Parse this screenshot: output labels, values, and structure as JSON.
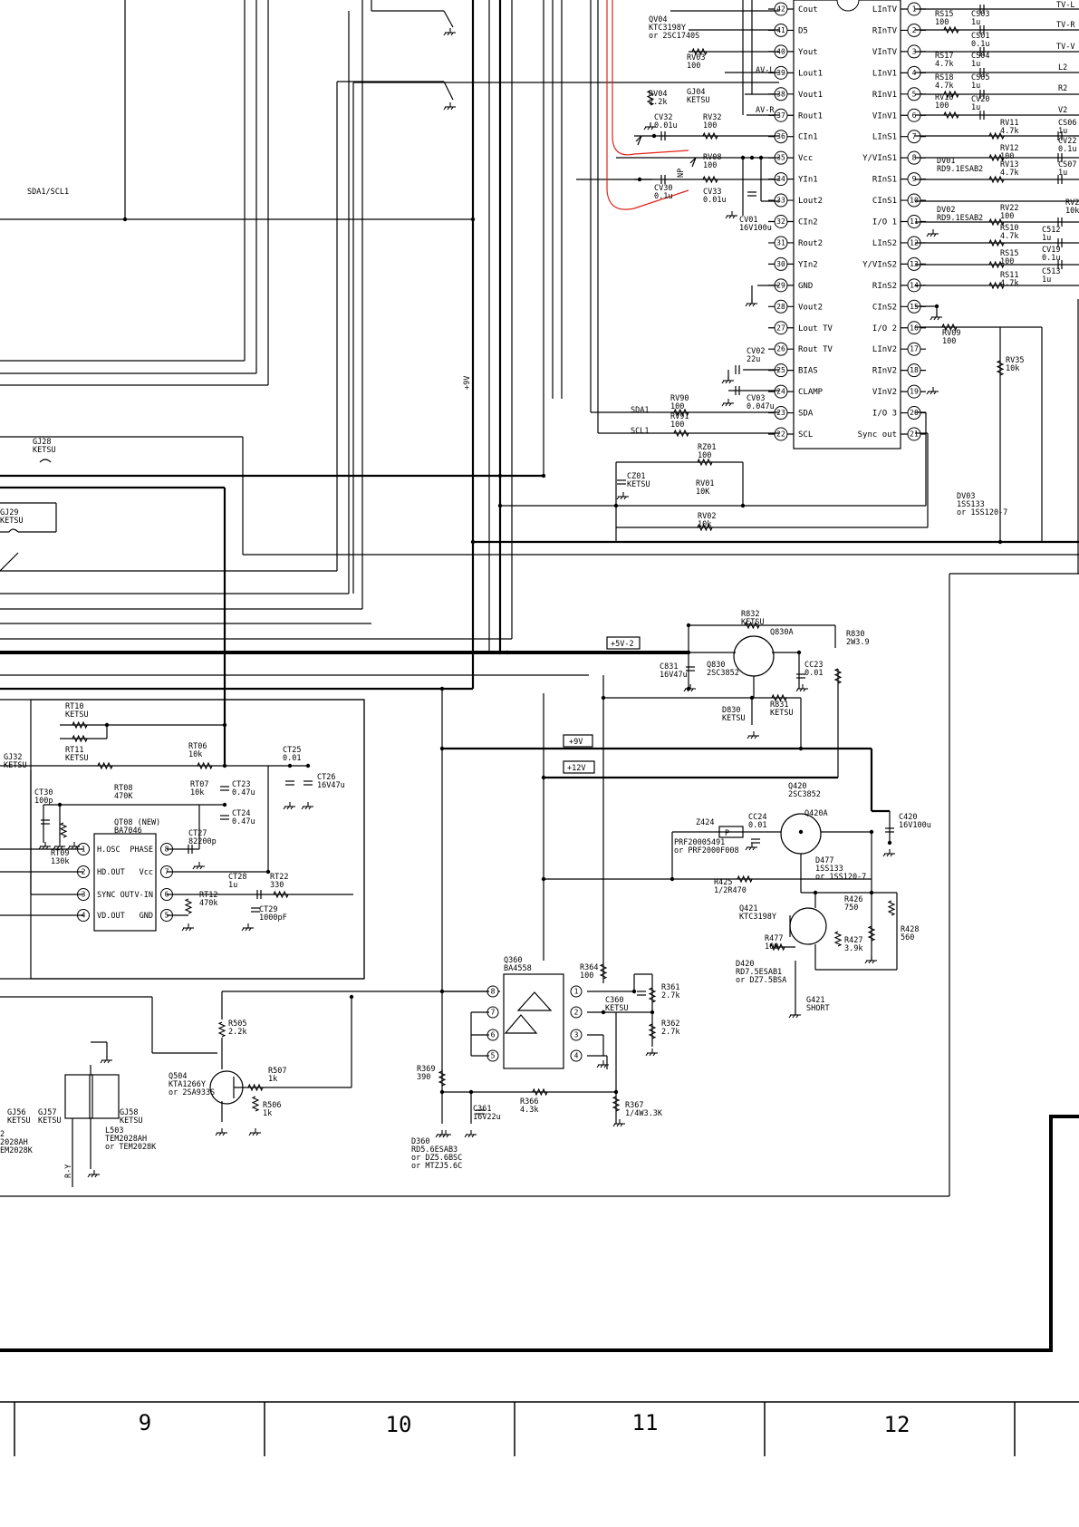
{
  "column_numbers": [
    "9",
    "10",
    "11",
    "12"
  ],
  "ic_main": {
    "left_pins": [
      {
        "n": "42",
        "label": "Cout"
      },
      {
        "n": "41",
        "label": "D5"
      },
      {
        "n": "40",
        "label": "Yout"
      },
      {
        "n": "39",
        "label": "Lout1"
      },
      {
        "n": "38",
        "label": "Vout1"
      },
      {
        "n": "37",
        "label": "Rout1"
      },
      {
        "n": "36",
        "label": "CIn1"
      },
      {
        "n": "35",
        "label": "Vcc"
      },
      {
        "n": "34",
        "label": "YIn1"
      },
      {
        "n": "33",
        "label": "Lout2"
      },
      {
        "n": "32",
        "label": "CIn2"
      },
      {
        "n": "31",
        "label": "Rout2"
      },
      {
        "n": "30",
        "label": "YIn2"
      },
      {
        "n": "29",
        "label": "GND"
      },
      {
        "n": "28",
        "label": "Vout2"
      },
      {
        "n": "27",
        "label": "Lout TV"
      },
      {
        "n": "26",
        "label": "Rout TV"
      },
      {
        "n": "25",
        "label": "BIAS"
      },
      {
        "n": "24",
        "label": "CLAMP"
      },
      {
        "n": "23",
        "label": "SDA"
      },
      {
        "n": "22",
        "label": "SCL"
      }
    ],
    "right_pins": [
      {
        "n": "1",
        "label": "LInTV"
      },
      {
        "n": "2",
        "label": "RInTV"
      },
      {
        "n": "3",
        "label": "VInTV"
      },
      {
        "n": "4",
        "label": "LInV1"
      },
      {
        "n": "5",
        "label": "RInV1"
      },
      {
        "n": "6",
        "label": "VInV1"
      },
      {
        "n": "7",
        "label": "LInS1"
      },
      {
        "n": "8",
        "label": "Y/VInS1"
      },
      {
        "n": "9",
        "label": "RInS1"
      },
      {
        "n": "10",
        "label": "CInS1"
      },
      {
        "n": "11",
        "label": "I/O 1"
      },
      {
        "n": "12",
        "label": "LInS2"
      },
      {
        "n": "13",
        "label": "Y/VInS2"
      },
      {
        "n": "14",
        "label": "RInS2"
      },
      {
        "n": "15",
        "label": "CInS2"
      },
      {
        "n": "16",
        "label": "I/O 2"
      },
      {
        "n": "17",
        "label": "LInV2"
      },
      {
        "n": "18",
        "label": "RInV2"
      },
      {
        "n": "19",
        "label": "VInV2"
      },
      {
        "n": "20",
        "label": "I/O 3"
      },
      {
        "n": "21",
        "label": "Sync out"
      }
    ]
  },
  "ic_bt": {
    "name": "QT08 (NEW)",
    "part": "BA7046",
    "left_pins": [
      {
        "n": "1",
        "label": "H.OSC"
      },
      {
        "n": "2",
        "label": "HD.OUT"
      },
      {
        "n": "3",
        "label": "SYNC OUT"
      },
      {
        "n": "4",
        "label": "VD.OUT"
      }
    ],
    "right_pins": [
      {
        "n": "8",
        "label": "PHASE"
      },
      {
        "n": "7",
        "label": "Vcc"
      },
      {
        "n": "6",
        "label": "V-IN"
      },
      {
        "n": "5",
        "label": "GND"
      }
    ]
  },
  "ic_q360": {
    "name": "Q360",
    "part": "BA4558",
    "pins": [
      "8",
      "7",
      "6",
      "5",
      "1",
      "2",
      "3",
      "4"
    ]
  },
  "net_labels": {
    "sda_scl": "SDA1/SCL1",
    "plus9v_vert": "+9V",
    "sda": "SDA1",
    "scl": "SCL1",
    "avl": "AV-L",
    "avr": "AV-R",
    "np": "NP",
    "ry": "R-Y"
  },
  "power_tags": {
    "p5v2": "+5V-2",
    "p9v": "+9V",
    "p12v": "+12V"
  },
  "edge_labels": [
    "TV-L",
    "TV-R",
    "TV-V",
    "L2",
    "R2",
    "V2"
  ],
  "top_components": [
    {
      "k": "qv04",
      "l1": "QV04",
      "l2": "KTC3198Y",
      "l3": "or 2SC1740S"
    },
    {
      "k": "rv03",
      "l1": "RV03",
      "l2": "100"
    },
    {
      "k": "rv04",
      "l1": "RV04",
      "l2": "2.2k"
    },
    {
      "k": "gj04",
      "l1": "GJ04",
      "l2": "KETSU"
    },
    {
      "k": "cv32",
      "l1": "CV32",
      "l2": "0.01u"
    },
    {
      "k": "rv32",
      "l1": "RV32",
      "l2": "100"
    },
    {
      "k": "rv08",
      "l1": "RV08",
      "l2": "100"
    },
    {
      "k": "cv30",
      "l1": "CV30",
      "l2": "0.1u"
    },
    {
      "k": "cv33",
      "l1": "CV33",
      "l2": "0.01u"
    },
    {
      "k": "cv01",
      "l1": "CV01",
      "l2": "16V100u"
    },
    {
      "k": "cv02",
      "l1": "CV02",
      "l2": "22u"
    },
    {
      "k": "cv03",
      "l1": "CV03",
      "l2": "0.047u"
    },
    {
      "k": "rv90",
      "l1": "RV90",
      "l2": "100"
    },
    {
      "k": "rv91",
      "l1": "RV91",
      "l2": "100"
    },
    {
      "k": "rz01",
      "l1": "RZ01",
      "l2": "100"
    },
    {
      "k": "cz01",
      "l1": "CZ01",
      "l2": "KETSU"
    },
    {
      "k": "rv01",
      "l1": "RV01",
      "l2": "10K"
    },
    {
      "k": "rv02",
      "l1": "RV02",
      "l2": "10k"
    },
    {
      "k": "rv09",
      "l1": "RV09",
      "l2": "100"
    },
    {
      "k": "rv35",
      "l1": "RV35",
      "l2": "10k"
    },
    {
      "k": "dv03",
      "l1": "DV03",
      "l2": "1SS133",
      "l3": "or 1SS120-7"
    },
    {
      "k": "gj28",
      "l1": "GJ28",
      "l2": "KETSU"
    },
    {
      "k": "gj29",
      "l1": "GJ29",
      "l2": "KETSU"
    }
  ],
  "right_components": [
    {
      "k": "rs15",
      "l1": "RS15",
      "l2": "100"
    },
    {
      "k": "cs03",
      "l1": "CS03",
      "l2": "1u"
    },
    {
      "k": "cs01",
      "l1": "CS01",
      "l2": "0.1u"
    },
    {
      "k": "rs17",
      "l1": "RS17",
      "l2": "4.7k"
    },
    {
      "k": "cs04",
      "l1": "CS04",
      "l2": "1u"
    },
    {
      "k": "rs18",
      "l1": "RS18",
      "l2": "4.7k"
    },
    {
      "k": "cs05",
      "l1": "CS05",
      "l2": "1u"
    },
    {
      "k": "rv10",
      "l1": "RV10",
      "l2": "100"
    },
    {
      "k": "cv20",
      "l1": "CV20",
      "l2": "1u"
    },
    {
      "k": "rv11",
      "l1": "RV11",
      "l2": "4.7k"
    },
    {
      "k": "cs06",
      "l1": "CS06",
      "l2": "1u"
    },
    {
      "k": "rv12",
      "l1": "RV12",
      "l2": "100"
    },
    {
      "k": "cv22",
      "l1": "CV22",
      "l2": "0.1u"
    },
    {
      "k": "dv01",
      "l1": "DV01",
      "l2": "RD9.1ESAB2"
    },
    {
      "k": "rv13",
      "l1": "RV13",
      "l2": "4.7k"
    },
    {
      "k": "cs07",
      "l1": "CS07",
      "l2": "1u"
    },
    {
      "k": "dv02",
      "l1": "DV02",
      "l2": "RD9.1ESAB2"
    },
    {
      "k": "rv22",
      "l1": "RV22",
      "l2": "100"
    },
    {
      "k": "rv2x",
      "l1": "RV2",
      "l2": "10k"
    },
    {
      "k": "rs10",
      "l1": "RS10",
      "l2": "4.7k"
    },
    {
      "k": "c512",
      "l1": "C512",
      "l2": "1u"
    },
    {
      "k": "rs15b",
      "l1": "RS15",
      "l2": "100"
    },
    {
      "k": "cv19",
      "l1": "CV19",
      "l2": "0.1u"
    },
    {
      "k": "rs11",
      "l1": "RS11",
      "l2": "4.7k"
    },
    {
      "k": "c513",
      "l1": "C513",
      "l2": "1u"
    }
  ],
  "mid_components": [
    {
      "k": "r832",
      "l1": "R832",
      "l2": "KETSU"
    },
    {
      "k": "q830a",
      "l1": "Q830A"
    },
    {
      "k": "q830",
      "l1": "Q830",
      "l2": "2SC3852"
    },
    {
      "k": "c831",
      "l1": "C831",
      "l2": "16V47u"
    },
    {
      "k": "cc23",
      "l1": "CC23",
      "l2": "0.01"
    },
    {
      "k": "r830",
      "l1": "R830",
      "l2": "2W3.9"
    },
    {
      "k": "d830",
      "l1": "D830",
      "l2": "KETSU"
    },
    {
      "k": "r831",
      "l1": "R831",
      "l2": "KETSU"
    },
    {
      "k": "q420",
      "l1": "Q420",
      "l2": "2SC3852"
    },
    {
      "k": "q420a",
      "l1": "Q420A"
    },
    {
      "k": "c420",
      "l1": "C420",
      "l2": "16V100u"
    },
    {
      "k": "z424",
      "l1": "Z424"
    },
    {
      "k": "zpart",
      "l1": "PRF20005491",
      "l2": "or PRF2000F008"
    },
    {
      "k": "zp",
      "l1": "P"
    },
    {
      "k": "cc24",
      "l1": "CC24",
      "l2": "0.01"
    },
    {
      "k": "d477",
      "l1": "D477",
      "l2": "1SS133",
      "l3": "or 1SS120-7"
    },
    {
      "k": "r425",
      "l1": "R425",
      "l2": "1/2R470"
    },
    {
      "k": "q421",
      "l1": "Q421",
      "l2": "KTC3198Y"
    },
    {
      "k": "r426",
      "l1": "R426",
      "l2": "750"
    },
    {
      "k": "r427",
      "l1": "R427",
      "l2": "3.9k"
    },
    {
      "k": "r428",
      "l1": "R428",
      "l2": "560"
    },
    {
      "k": "r477",
      "l1": "R477",
      "l2": "100"
    },
    {
      "k": "d420",
      "l1": "D420",
      "l2": "RD7.5ESAB1",
      "l3": "or DZ7.5BSA"
    },
    {
      "k": "g421",
      "l1": "G421",
      "l2": "SHORT"
    },
    {
      "k": "r364",
      "l1": "R364",
      "l2": "100"
    },
    {
      "k": "c360",
      "l1": "C360",
      "l2": "KETSU"
    },
    {
      "k": "r361",
      "l1": "R361",
      "l2": "2.7k"
    },
    {
      "k": "r362",
      "l1": "R362",
      "l2": "2.7k"
    },
    {
      "k": "r369",
      "l1": "R369",
      "l2": "390"
    },
    {
      "k": "c361",
      "l1": "C361",
      "l2": "16V22u"
    },
    {
      "k": "r366",
      "l1": "R366",
      "l2": "4.3k"
    },
    {
      "k": "r367",
      "l1": "R367",
      "l2": "1/4W3.3K"
    },
    {
      "k": "d360",
      "l1": "D360",
      "l2": "RD5.6ESAB3",
      "l3": "or DZ5.6BSC",
      "l4": "or MTZJ5.6C"
    }
  ],
  "left_components": [
    {
      "k": "rt10",
      "l1": "RT10",
      "l2": "KETSU"
    },
    {
      "k": "rt11",
      "l1": "RT11",
      "l2": "KETSU"
    },
    {
      "k": "gj32",
      "l1": "GJ32",
      "l2": "KETSU"
    },
    {
      "k": "rt06",
      "l1": "RT06",
      "l2": "10k"
    },
    {
      "k": "ct25",
      "l1": "CT25",
      "l2": "0.01"
    },
    {
      "k": "ct26",
      "l1": "CT26",
      "l2": "16V47u"
    },
    {
      "k": "ct30",
      "l1": "CT30",
      "l2": "100p"
    },
    {
      "k": "rt08",
      "l1": "RT08",
      "l2": "470K"
    },
    {
      "k": "rt07",
      "l1": "RT07",
      "l2": "10k"
    },
    {
      "k": "ct23",
      "l1": "CT23",
      "l2": "0.47u"
    },
    {
      "k": "ct24",
      "l1": "CT24",
      "l2": "0.47u"
    },
    {
      "k": "ct27",
      "l1": "CT27",
      "l2": "82200p"
    },
    {
      "k": "rt09",
      "l1": "RT09",
      "l2": "130k"
    },
    {
      "k": "ct28",
      "l1": "CT28",
      "l2": "1u"
    },
    {
      "k": "rt22",
      "l1": "RT22",
      "l2": "330"
    },
    {
      "k": "rt12",
      "l1": "RT12",
      "l2": "470k"
    },
    {
      "k": "ct29",
      "l1": "CT29",
      "l2": "1000pF"
    },
    {
      "k": "r505",
      "l1": "R505",
      "l2": "2.2k"
    },
    {
      "k": "q504",
      "l1": "Q504",
      "l2": "KTA1266Y",
      "l3": "or 2SA933S"
    },
    {
      "k": "r507",
      "l1": "R507",
      "l2": "1k"
    },
    {
      "k": "r506",
      "l1": "R506",
      "l2": "1k"
    },
    {
      "k": "gj57",
      "l1": "GJ57",
      "l2": "KETSU"
    },
    {
      "k": "gj58",
      "l1": "GJ58",
      "l2": "KETSU"
    },
    {
      "k": "gj56",
      "l1": "GJ56",
      "l2": "KETSU"
    },
    {
      "k": "l503",
      "l1": "L503",
      "l2": "TEM2028AH",
      "l3": "or TEM2028K"
    },
    {
      "k": "l502",
      "l1": "2",
      "l2": "2028AH",
      "l3": "EM2028K"
    }
  ]
}
